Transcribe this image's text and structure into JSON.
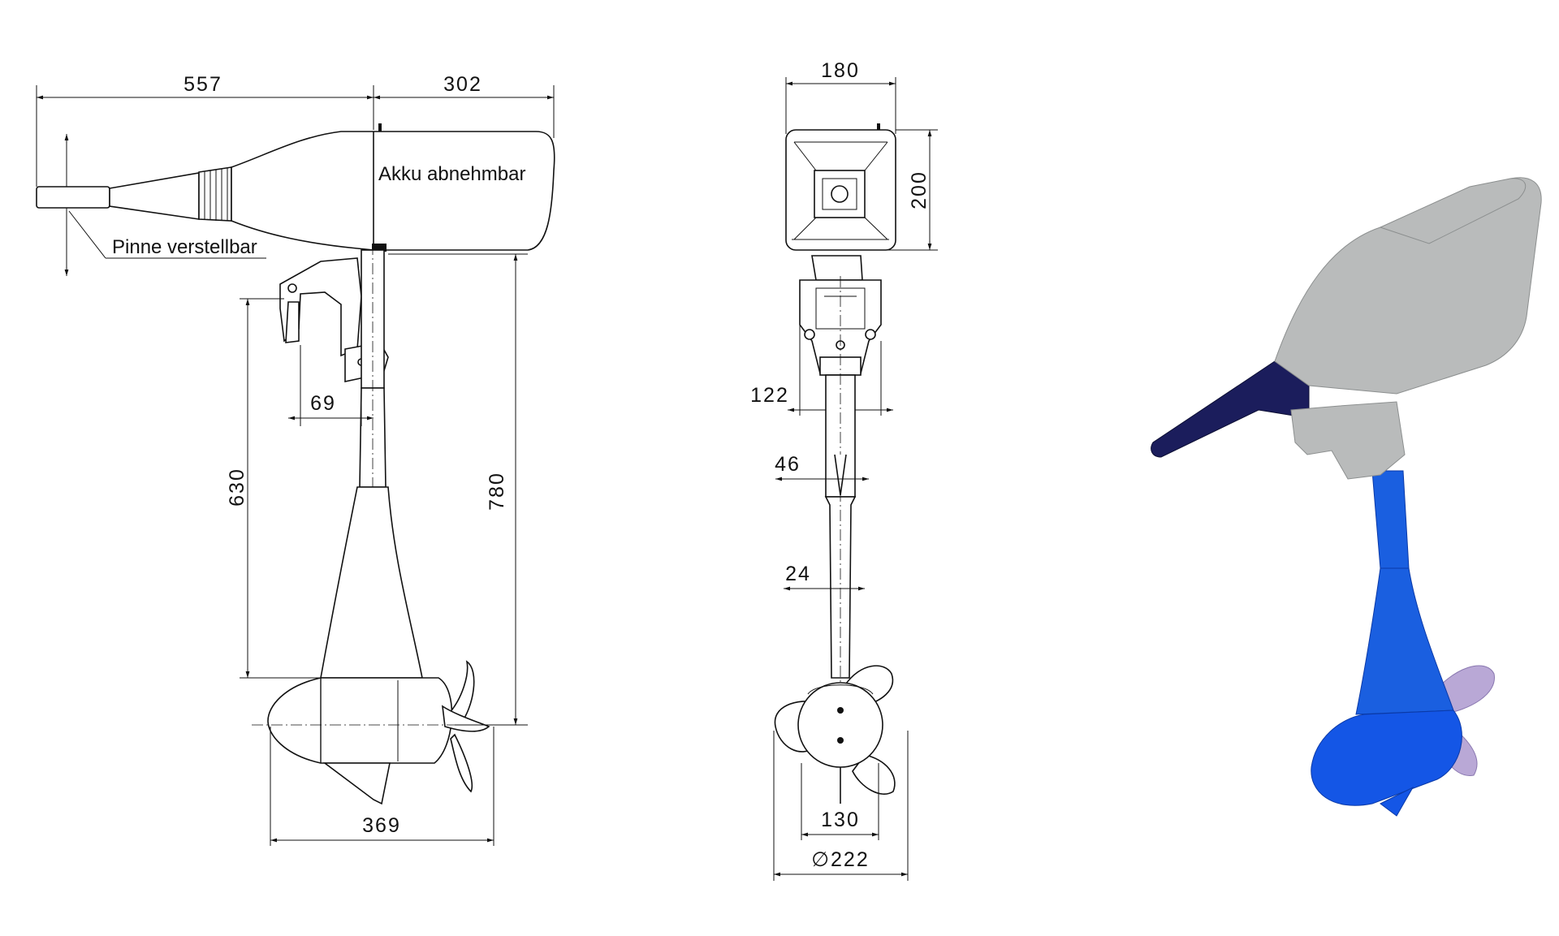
{
  "side_view": {
    "dims": {
      "d557": "557",
      "d302": "302",
      "d69": "69",
      "d630": "630",
      "d780": "780",
      "d369": "369"
    },
    "labels": {
      "battery": "Akku abnehmbar",
      "tiller": "Pinne verstellbar"
    }
  },
  "front_view": {
    "dims": {
      "d180": "180",
      "d200": "200",
      "d122": "122",
      "d46": "46",
      "d24": "24",
      "d130": "130",
      "d222": "∅222"
    }
  },
  "render_3d": {
    "colors": {
      "housing": "#b9bbbb",
      "housing_dark": "#8c8f8f",
      "tiller": "#1b1d5c",
      "shaft": "#1a5fe0",
      "pod": "#1456e6",
      "propeller": "#b9a8d6"
    }
  }
}
